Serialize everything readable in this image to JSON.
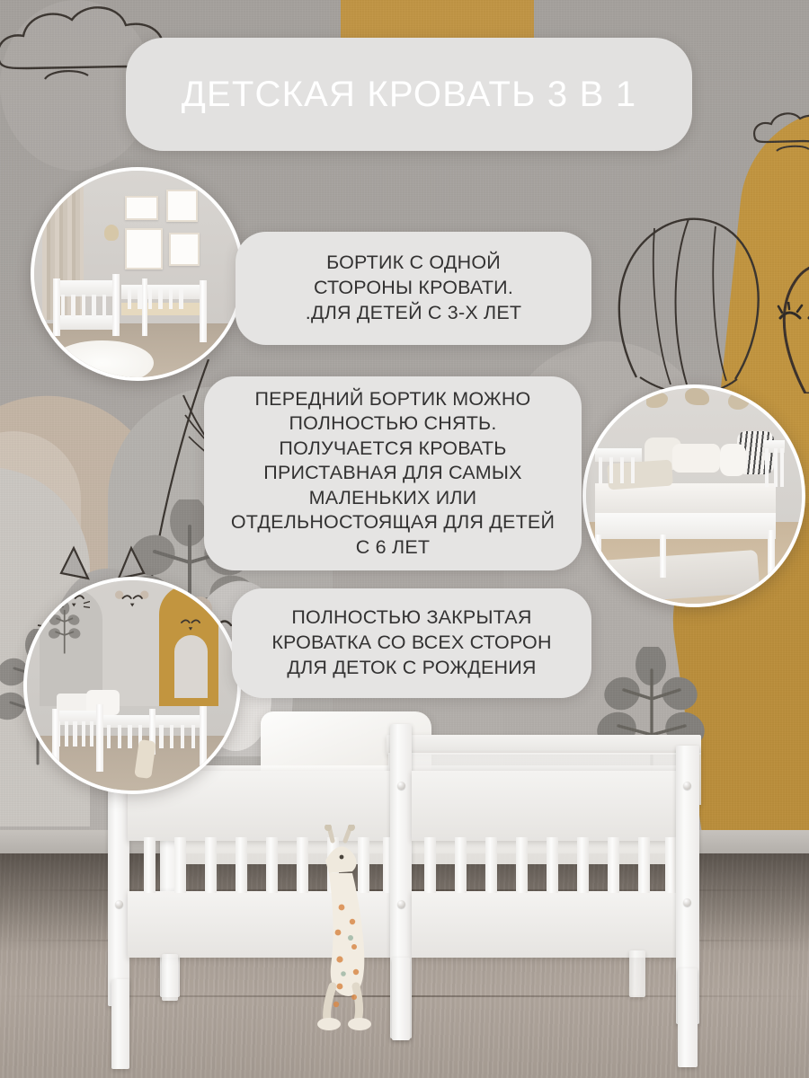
{
  "header": {
    "title": "ДЕТСКАЯ КРОВАТЬ 3 В 1"
  },
  "bubbles": [
    {
      "id": "bubble-side-rail",
      "text": "БОРТИК С ОДНОЙ\nСТОРОНЫ КРОВАТИ.\n.ДЛЯ ДЕТЕЙ С 3-Х ЛЕТ"
    },
    {
      "id": "bubble-removable-rail",
      "text": "ПЕРЕДНИЙ БОРТИК МОЖНО\nПОЛНОСТЬЮ СНЯТЬ.\nПОЛУЧАЕТСЯ КРОВАТЬ\nПРИСТАВНАЯ ДЛЯ САМЫХ\nМАЛЕНЬКИХ ИЛИ\nОТДЕЛЬНОСТОЯЩАЯ ДЛЯ ДЕТЕЙ\nС 6 ЛЕТ"
    },
    {
      "id": "bubble-closed-crib",
      "text": "ПОЛНОСТЬЮ ЗАКРЫТАЯ\nКРОВАТКА СО ВСЕХ СТОРОН\nДЛЯ ДЕТОК С РОЖДЕНИЯ"
    }
  ],
  "photos": [
    {
      "id": "photo-bed-with-one-rail",
      "caption_ref": "bubble-side-rail",
      "alt": "Белая детская кровать с бортиком с одной стороны в светлой комнате с картинами на стене"
    },
    {
      "id": "photo-bed-no-front-rail",
      "caption_ref": "bubble-removable-rail",
      "alt": "Белая кровать без переднего бортика, застеленная постелью с подушками"
    },
    {
      "id": "photo-closed-crib",
      "caption_ref": "bubble-closed-crib",
      "alt": "Полностью закрытая белая кроватка со всех сторон у стены с детскими обоями"
    }
  ],
  "scene": {
    "main_product": "Белая деревянная детская кровать с реечными бортиками",
    "toy": "Плюшевый жираф в горошек",
    "floor": "Серо-коричневый ламинат",
    "wall": "Серые обои с рисунком: облака, воздушный шар, деревья и звери"
  },
  "colors": {
    "banner_bg": "#e2e1e0",
    "banner_text": "#ffffff",
    "bubble_bg": "#e5e4e3",
    "bubble_text": "#333232",
    "wall_grey": "#a8a4a0",
    "accent_gold": "#c2953f",
    "accent_tan": "#c4b5a5",
    "bed_white": "#f4f3f1",
    "floor_brown": "#a89e95",
    "circle_border": "#ffffff"
  }
}
